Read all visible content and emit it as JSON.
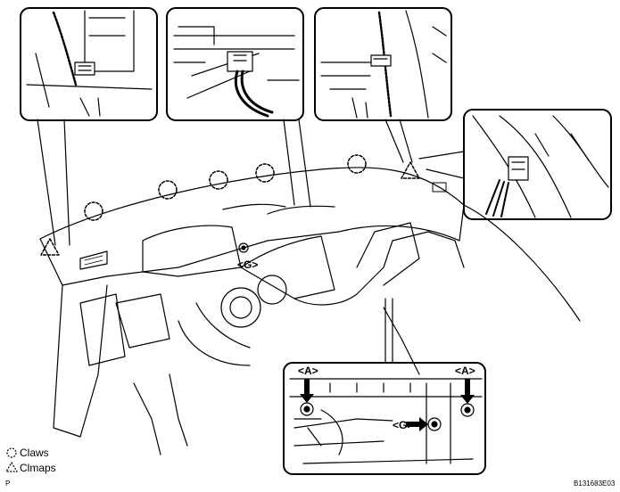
{
  "figure_code": "B131683E03",
  "corner_mark": "P",
  "legend": {
    "claws_label": "Claws",
    "clamps_label": "Clmaps"
  },
  "callouts": {
    "g_main": "<G>",
    "g_inset": "<G>",
    "a_left": "<A>",
    "a_right": "<A>"
  },
  "icons": {
    "claw": "dashed-circle-icon",
    "clamp": "dashed-triangle-icon",
    "bolt": "bolt-icon",
    "arrow": "arrow-icon"
  }
}
